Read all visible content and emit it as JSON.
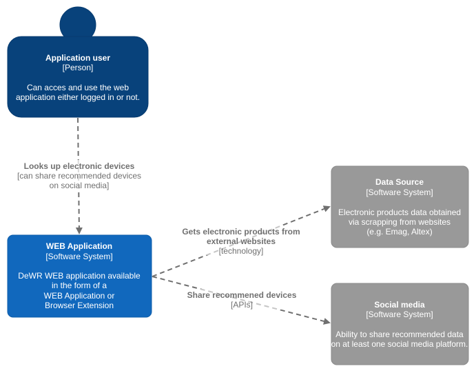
{
  "colors": {
    "person": "#08427b",
    "person_border": "#073b6f",
    "container": "#1168bd",
    "container_border": "#0f5eaa",
    "external": "#999999",
    "external_border": "#8a8a8a",
    "edge": "#707070",
    "text_light": "#ffffff"
  },
  "nodes": {
    "user": {
      "title": "Application user",
      "type": "[Person]",
      "desc1": "Can acces and use the web",
      "desc2": "application either logged in or not."
    },
    "webapp": {
      "title": "WEB Application",
      "type": "[Software System]",
      "desc1": "DeWR WEB application available",
      "desc2": "in the form of a",
      "desc3": "WEB Application or",
      "desc4": "Browser Extension"
    },
    "datasource": {
      "title": "Data Source",
      "type": "[Software System]",
      "desc1": "Electronic products data obtained",
      "desc2": "via scrapping from websites",
      "desc3": "(e.g. Emag, Altex)"
    },
    "social": {
      "title": "Social media",
      "type": "[Software System]",
      "desc1": "Ability to share recommended data",
      "desc2": "on at least one social media platform."
    }
  },
  "edges": {
    "user_to_webapp": {
      "label": "Looks up electronic devices",
      "tech1": "[can share recommended devices",
      "tech2": "on social media]"
    },
    "webapp_to_datasource": {
      "label1": "Gets electronic products from",
      "label2": "external websites",
      "tech": "[technology]"
    },
    "webapp_to_social": {
      "label": "Share recommened devices",
      "tech": "[APIs]"
    }
  }
}
